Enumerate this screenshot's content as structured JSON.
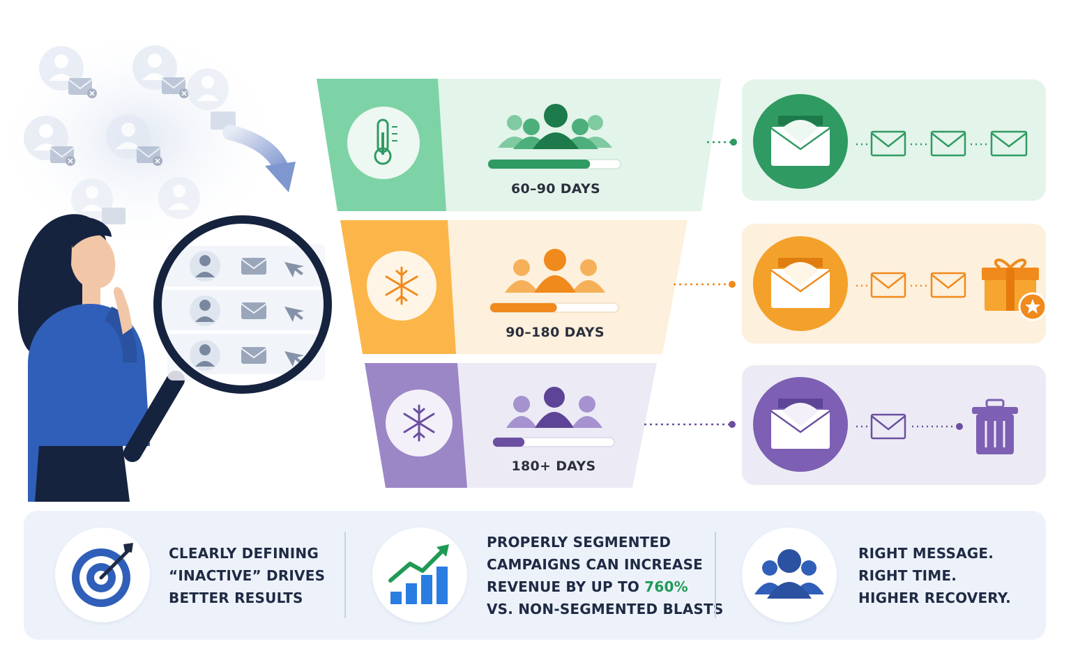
{
  "tiers": [
    {
      "range_label": "60–90 DAYS",
      "icon": "thermometer-icon",
      "color": "#2f9a62",
      "progress": 0.77
    },
    {
      "range_label": "90–180 DAYS",
      "icon": "snowflake-icon",
      "color": "#f08a1c",
      "progress": 0.52
    },
    {
      "range_label": "180+ DAYS",
      "icon": "snowflake-icon",
      "color": "#6b4fa1",
      "progress": 0.26
    }
  ],
  "flows": [
    {
      "steps": [
        "open-envelope-icon",
        "envelope-icon",
        "envelope-icon",
        "envelope-icon"
      ]
    },
    {
      "steps": [
        "open-envelope-icon",
        "envelope-icon",
        "envelope-icon",
        "gift-icon"
      ]
    },
    {
      "steps": [
        "open-envelope-icon",
        "envelope-icon",
        "trash-icon"
      ]
    }
  ],
  "banner": {
    "item1_lines": [
      "CLEARLY DEFINING",
      "“INACTIVE” DRIVES",
      "BETTER RESULTS"
    ],
    "item2_line1": "PROPERLY SEGMENTED",
    "item2_line2": "CAMPAIGNS CAN INCREASE",
    "item2_line3_prefix": "REVENUE BY UP TO ",
    "item2_highlight": "760%",
    "item2_line4": "VS. NON-SEGMENTED BLASTS",
    "item3_lines": [
      "RIGHT MESSAGE.",
      "RIGHT TIME.",
      "HIGHER RECOVERY."
    ]
  },
  "colors": {
    "green": "#2f9a62",
    "green_light": "#e3f4ea",
    "green_band": "#7dd3a6",
    "orange": "#f08a1c",
    "orange_light": "#fdf0dc",
    "orange_band": "#fbb548",
    "purple": "#6b4fa1",
    "purple_light": "#ecebf5",
    "purple_band": "#9b86c6",
    "navy": "#1f2a44",
    "accent_blue": "#2f5fb8"
  }
}
